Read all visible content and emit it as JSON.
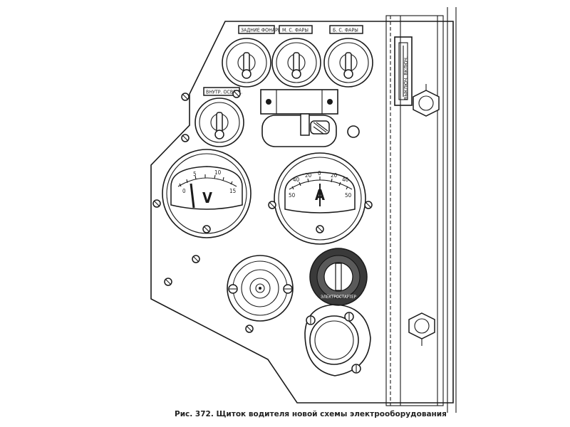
{
  "labels": {
    "rear_lights": "ЗАДНИЕ ФОНАРИ",
    "ms_headlights": "М. С. ФАРЫ",
    "bs_headlights": "Б. С. ФАРЫ",
    "interior_light": "ВНУТР. ОСВЕЩ.",
    "switch_on_off": "ВЫКЛЮЧ. ВКЛЮЧ.",
    "starter": "ЭЛЕКТРОСТАРТЕР"
  },
  "voltmeter": {
    "symbol": "V",
    "ticks": [
      "0",
      "5",
      "10",
      "15"
    ]
  },
  "ammeter": {
    "symbol": "A",
    "ticks": [
      "50",
      "40",
      "20",
      "0",
      "20",
      "40",
      "50"
    ]
  },
  "caption": "Рис. 372. Щиток водителя новой схемы электрооборудования"
}
